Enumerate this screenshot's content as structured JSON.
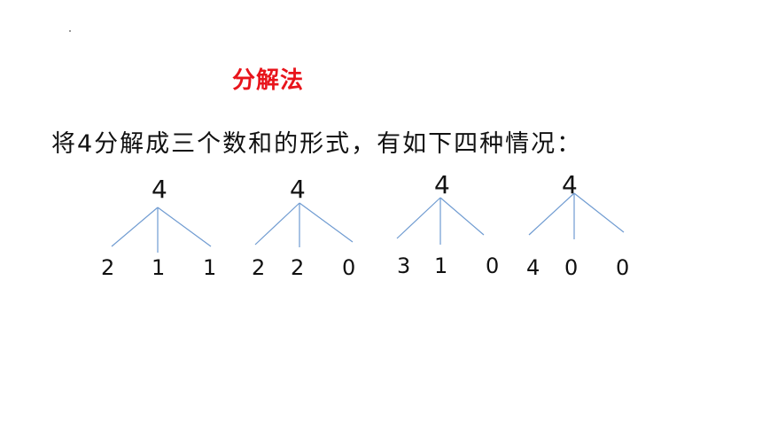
{
  "title": "分解法",
  "statement": "将4分解成三个数和的形式，有如下四种情况：",
  "colors": {
    "title": "#e8141b",
    "line": "#6f9bd1",
    "text": "#111111"
  },
  "trees": [
    {
      "root": "4",
      "leaves": [
        "2",
        "1",
        "1"
      ]
    },
    {
      "root": "4",
      "leaves": [
        "2",
        "2",
        "0"
      ]
    },
    {
      "root": "4",
      "leaves": [
        "3",
        "1",
        "0"
      ]
    },
    {
      "root": "4",
      "leaves": [
        "4",
        "0",
        "0"
      ]
    }
  ]
}
